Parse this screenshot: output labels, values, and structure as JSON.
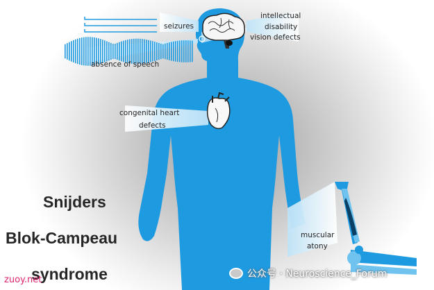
{
  "labels": {
    "seizures": "seizures",
    "intellectual": "intellectual",
    "disability": "disability",
    "vision": "vision defects",
    "speech": "absence of speech",
    "heart1": "congenital heart",
    "heart2": "defects",
    "muscular": "muscular",
    "atony": "atony"
  },
  "title": {
    "line1": "Snijders",
    "line2": "Blok-Campeau",
    "line3": "syndrome"
  },
  "watermark": {
    "left": "zuoy.net",
    "right": "公众号 · Neuroscience_Forum"
  },
  "colors": {
    "body": "#1e9ae0",
    "wave": "#1e9ae0"
  }
}
